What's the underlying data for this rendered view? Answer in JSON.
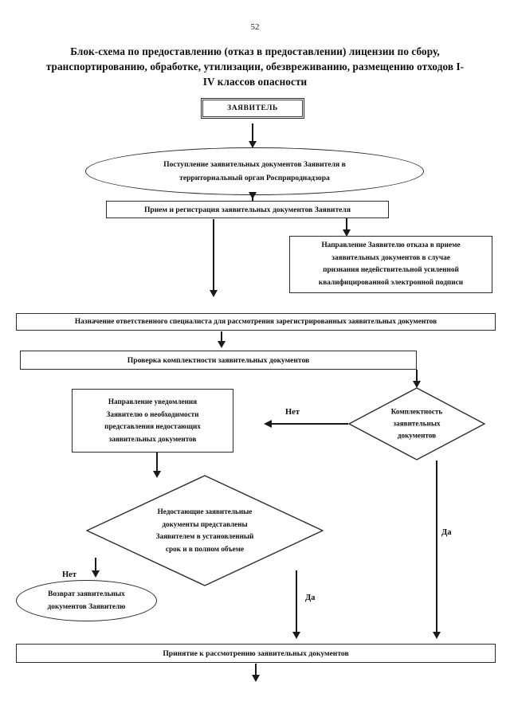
{
  "document": {
    "page_number": "52",
    "title": "Блок-схема по предоставлению (отказ в предоставлении) лицензии по сбору, транспортированию, обработке, утилизации, обезвреживанию, размещению отходов I-IV классов опасности"
  },
  "chart_data": {
    "type": "diagram",
    "diagram_kind": "flowchart",
    "orientation": "top-to-bottom",
    "title": "Блок-схема по предоставлению (отказ в предоставлении) лицензии по сбору, транспортированию, обработке, утилизации, обезвреживанию, размещению отходов I-IV классов опасности",
    "nodes": [
      {
        "id": "applicant",
        "shape": "double-rectangle",
        "label": "ЗАЯВИТЕЛЬ"
      },
      {
        "id": "submission",
        "shape": "ellipse",
        "label": "Поступление заявительных документов Заявителя  в\nтерриториальный орган Росприроднадзора"
      },
      {
        "id": "registration",
        "shape": "rectangle",
        "label": "Прием и регистрация заявительных документов Заявителя"
      },
      {
        "id": "refusal-notice",
        "shape": "rectangle",
        "label": "Направление Заявителю отказа в приеме\nзаявительных документов в случае\nпризнания недействительной усиленной\nквалифицированной электронной подписи"
      },
      {
        "id": "assign-specialist",
        "shape": "rectangle",
        "label": "Назначение ответственного специалиста для рассмотрения зарегистрированных заявительных документов"
      },
      {
        "id": "completeness-check",
        "shape": "rectangle",
        "label": "Проверка комплектности заявительных документов"
      },
      {
        "id": "completeness-decision",
        "shape": "diamond",
        "label": "Комплектность\nзаявительных\nдокументов"
      },
      {
        "id": "notify-missing",
        "shape": "rectangle",
        "label": "Направление уведомления\nЗаявителю о необходимости\nпредставления недостающих\nзаявительных документов"
      },
      {
        "id": "missing-provided-decision",
        "shape": "diamond",
        "label": "Недостающие заявительные\nдокументы  представлены\nЗаявителем в установленный\nсрок и в полном объеме"
      },
      {
        "id": "return-documents",
        "shape": "ellipse",
        "label": "Возврат заявительных\nдокументов Заявителю"
      },
      {
        "id": "accept-for-review",
        "shape": "rectangle",
        "label": "Принятие к рассмотрению заявительных документов"
      }
    ],
    "edges": [
      {
        "from": "applicant",
        "to": "submission",
        "label": ""
      },
      {
        "from": "submission",
        "to": "registration",
        "label": ""
      },
      {
        "from": "registration",
        "to": "refusal-notice",
        "label": ""
      },
      {
        "from": "registration",
        "to": "assign-specialist",
        "label": ""
      },
      {
        "from": "assign-specialist",
        "to": "completeness-check",
        "label": ""
      },
      {
        "from": "completeness-check",
        "to": "completeness-decision",
        "label": ""
      },
      {
        "from": "completeness-decision",
        "to": "notify-missing",
        "label": "Нет"
      },
      {
        "from": "completeness-decision",
        "to": "accept-for-review",
        "label": "Да"
      },
      {
        "from": "notify-missing",
        "to": "missing-provided-decision",
        "label": ""
      },
      {
        "from": "missing-provided-decision",
        "to": "return-documents",
        "label": "Нет"
      },
      {
        "from": "missing-provided-decision",
        "to": "accept-for-review",
        "label": "Да"
      },
      {
        "from": "accept-for-review",
        "to": "",
        "label": ""
      }
    ],
    "edge_labels": {
      "no_1": "Нет",
      "no_2": "Нет",
      "yes_1": "Да",
      "yes_2": "Да"
    },
    "colors": {
      "stroke": "#2b2b2b",
      "text": "#0d0d0d",
      "background": "#ffffff"
    }
  }
}
